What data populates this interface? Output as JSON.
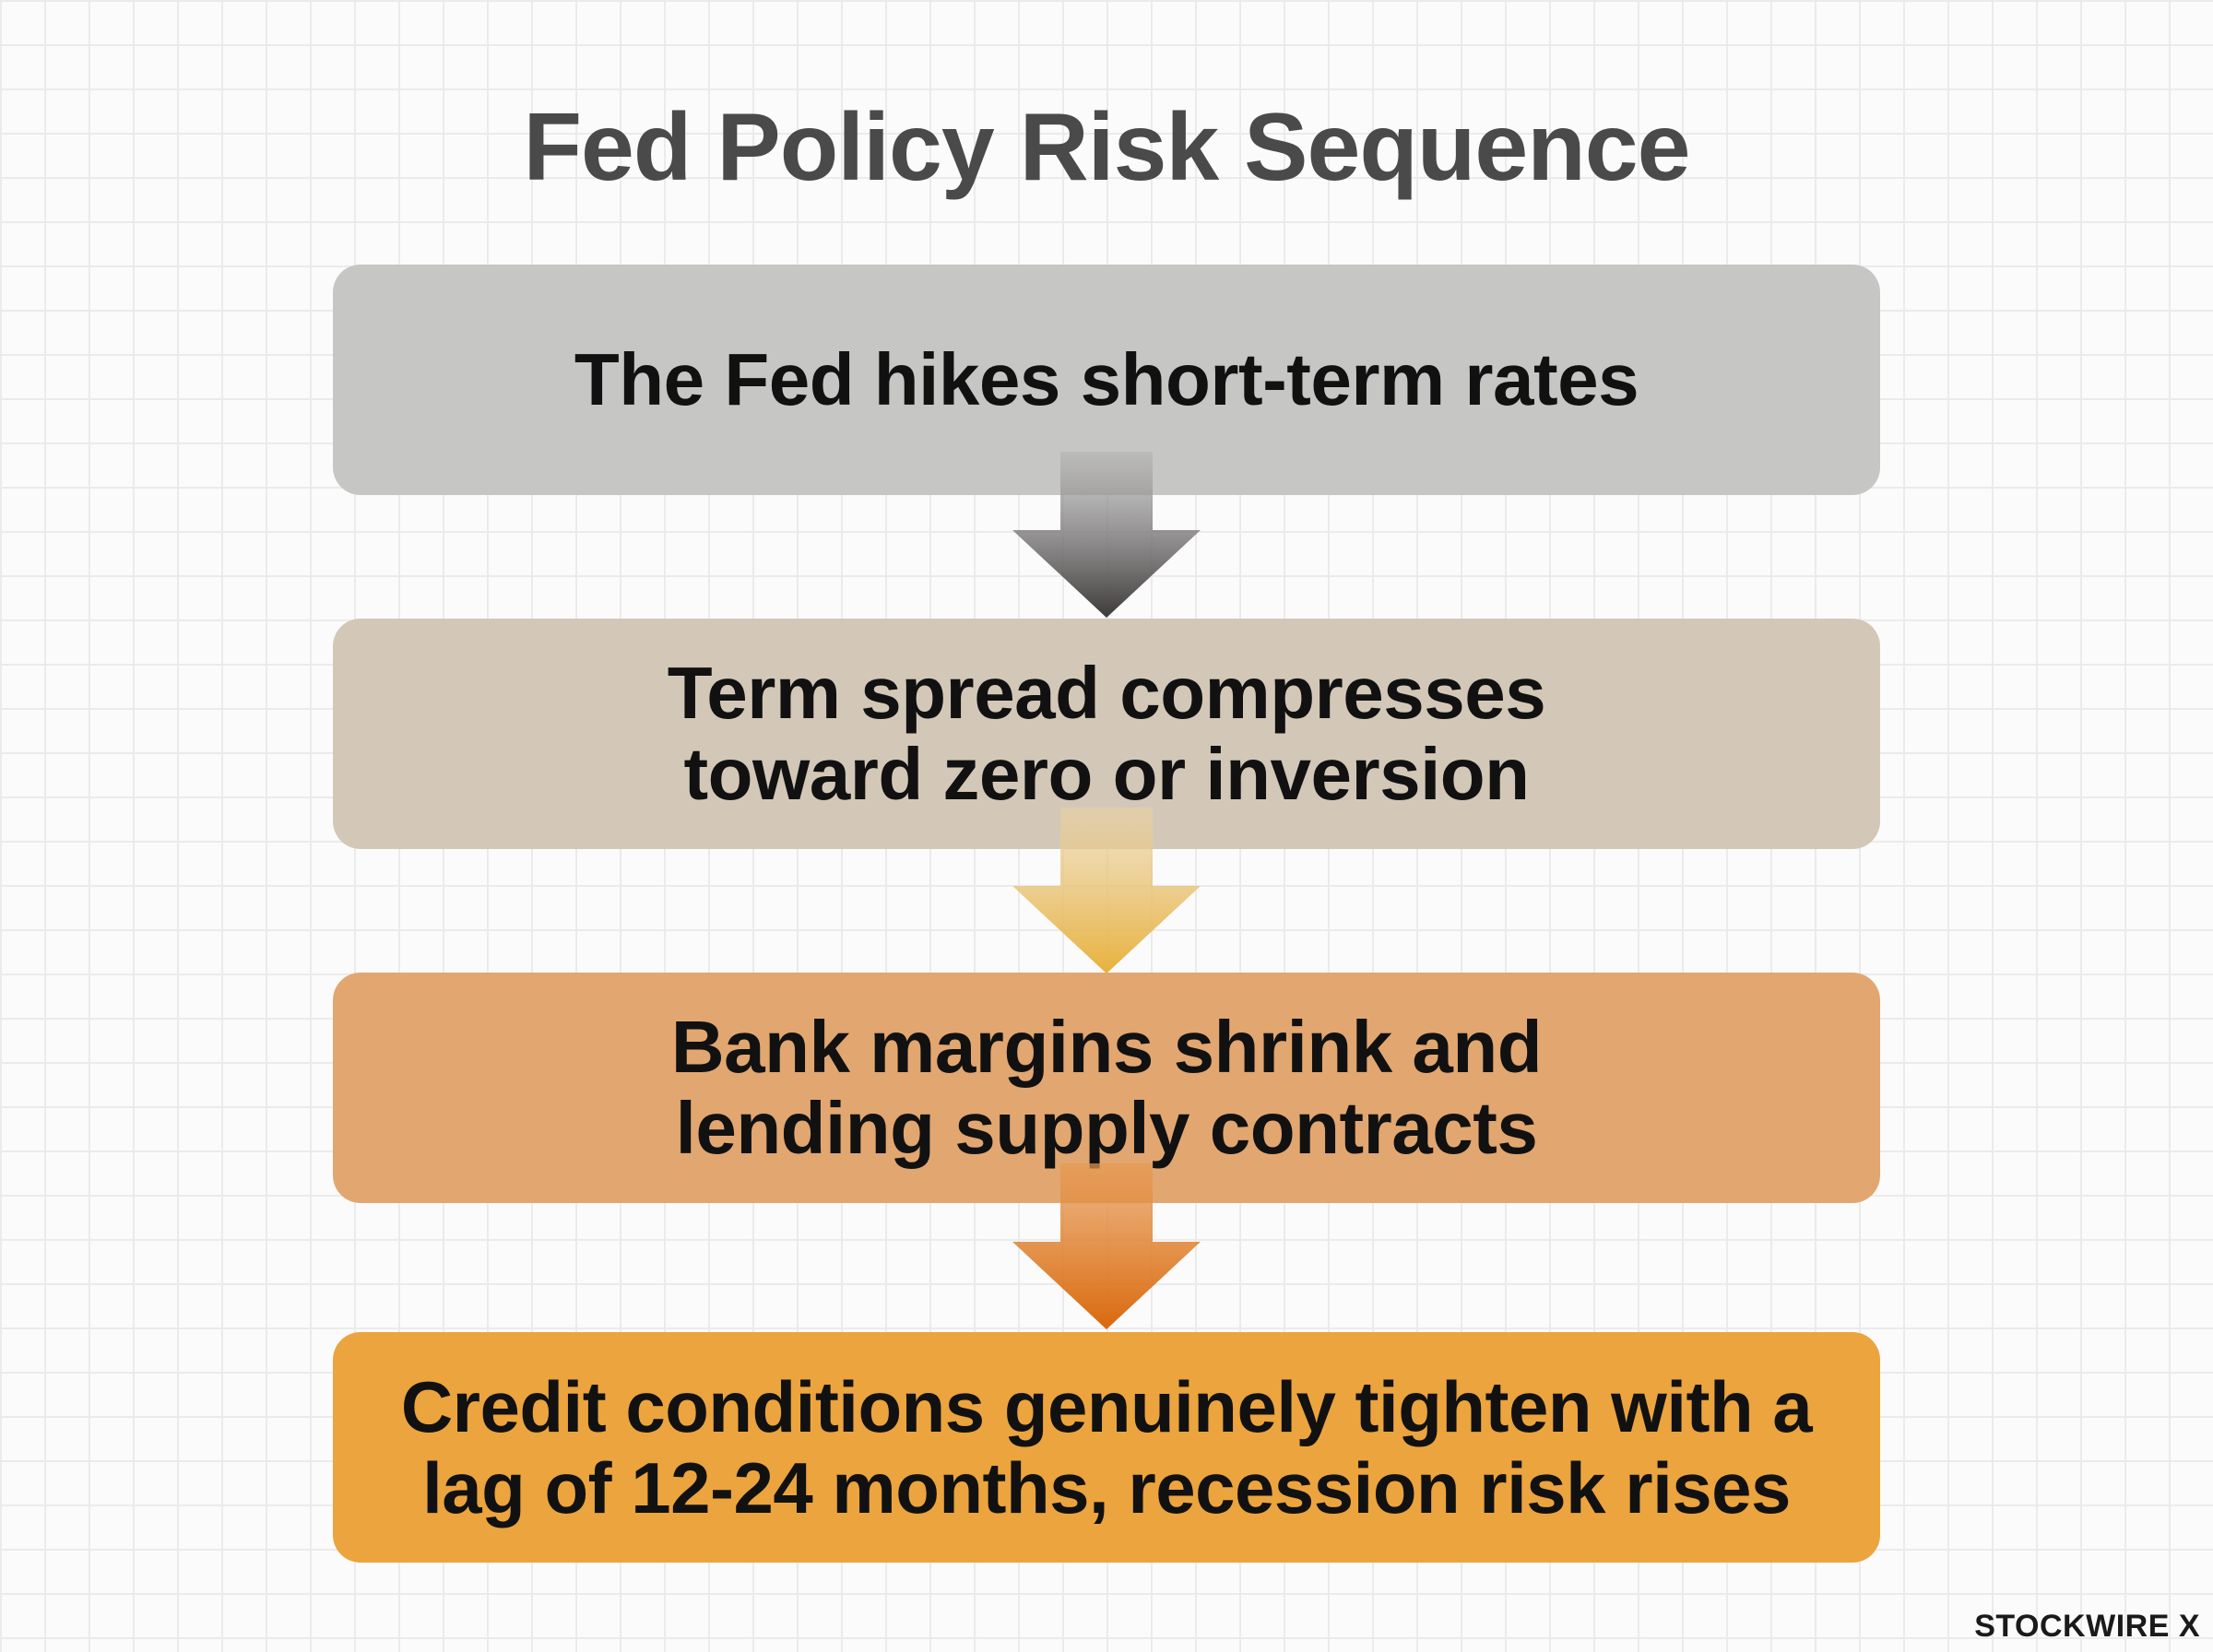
{
  "title": "Fed Policy Risk Sequence",
  "steps": [
    {
      "text": "The Fed hikes short-term rates",
      "color": "#c6c6c4"
    },
    {
      "text": "Term spread compresses\ntoward zero or inversion",
      "color": "#d3c8b8"
    },
    {
      "text": "Bank margins shrink and\nlending supply contracts",
      "color": "#e2a670"
    },
    {
      "text": "Credit conditions genuinely tighten with a\nlag of 12-24 months, recession risk rises",
      "color": "#eca43e"
    }
  ],
  "arrows": [
    {
      "icon": "arrow-down-icon",
      "from_color": "#b5b4b4",
      "to_color": "#3e3a3a"
    },
    {
      "icon": "arrow-down-icon",
      "from_color": "#e9d2a4",
      "to_color": "#e8b13c"
    },
    {
      "icon": "arrow-down-icon",
      "from_color": "#e69a52",
      "to_color": "#d9680c"
    }
  ],
  "brand": "STOCKWIRE X"
}
